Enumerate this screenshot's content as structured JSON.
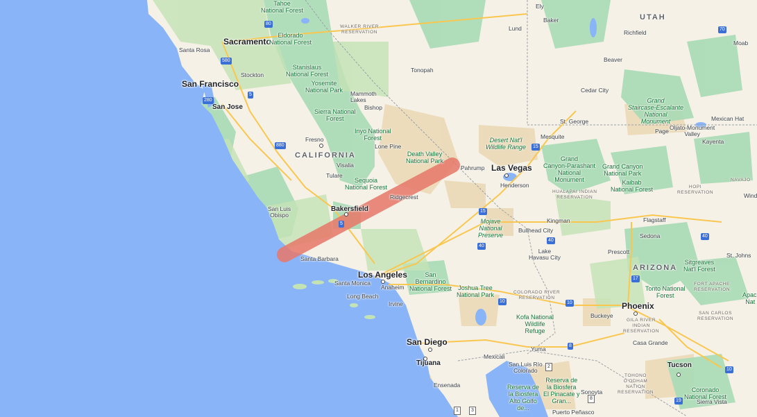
{
  "colors": {
    "ocean": "#8ab4f8",
    "land": "#f5f1e6",
    "forest": "#a8dab5",
    "mountain_green": "#c4e3b5",
    "desert": "#ead8b4",
    "route": "#e8786a",
    "highway": "#f9c74f"
  },
  "route": {
    "name": "red-route",
    "from": "Point near Santa Barbara coast",
    "to": "Near Death Valley / Pahrump"
  },
  "states": {
    "california": "CALIFORNIA",
    "arizona": "ARIZONA",
    "utah": "UTAH"
  },
  "cities": {
    "sacramento": "Sacramento",
    "santa_rosa": "Santa Rosa",
    "stockton": "Stockton",
    "san_francisco": "San Francisco",
    "san_jose": "San Jose",
    "fresno": "Fresno",
    "visalia": "Visalia",
    "tulare": "Tulare",
    "bakersfield": "Bakersfield",
    "san_luis_obispo": "San Luis\nObispo",
    "santa_barbara": "Santa Barbara",
    "los_angeles": "Los Angeles",
    "santa_monica": "Santa Monica",
    "anaheim": "Anaheim",
    "long_beach": "Long Beach",
    "irvine": "Irvine",
    "san_diego": "San Diego",
    "tijuana": "Tijuana",
    "ensenada": "Ensenada",
    "mexicali": "Mexicali",
    "san_luis_rio_colorado": "San Luis Río\nColorado",
    "yuma": "Yuma",
    "ridgecrest": "Ridgecrest",
    "lone_pine": "Lone Pine",
    "bishop": "Bishop",
    "mammoth_lakes": "Mammoth\nLakes",
    "tonopah": "Tonopah",
    "pahrump": "Pahrump",
    "las_vegas": "Las Vegas",
    "henderson": "Henderson",
    "mesquite": "Mesquite",
    "st_george": "St. George",
    "cedar_city": "Cedar City",
    "beaver": "Beaver",
    "richfield": "Richfield",
    "moab": "Moab",
    "kingman": "Kingman",
    "bullhead_city": "Bullhead City",
    "lake_havasu_city": "Lake\nHavasu City",
    "flagstaff": "Flagstaff",
    "sedona": "Sedona",
    "prescott": "Prescott",
    "phoenix": "Phoenix",
    "buckeye": "Buckeye",
    "casa_grande": "Casa Grande",
    "tucson": "Tucson",
    "sierra_vista": "Sierra Vista",
    "ely": "Ely",
    "lund": "Lund",
    "baker": "Baker",
    "page": "Page",
    "kayenta": "Kayenta",
    "mexican_hat": "Mexican Hat",
    "st_johns": "St. Johns",
    "sonoyta": "Sonoyta",
    "puerto_penasco": "Puerto Peñasco",
    "oljato_monument_valley": "Oljato-Monument\nValley",
    "wind": "Wind"
  },
  "parks": {
    "tahoe_nf": "Tahoe\nNational Forest",
    "eldorado_nf": "Eldorado\nNational Forest",
    "stanislaus_nf": "Stanislaus\nNational Forest",
    "yosemite_np": "Yosemite\nNational Park",
    "sierra_nf": "Sierra National\nForest",
    "inyo_nf": "Inyo National\nForest",
    "sequoia_nf": "Sequoia\nNational Forest",
    "death_valley_np": "Death Valley\nNational Park",
    "desert_nwr": "Desert Nat'l\nWildlife Range",
    "mojave_np": "Mojave\nNational\nPreserve",
    "joshua_tree_np": "Joshua Tree\nNational Park",
    "san_bernardino_nf": "San\nBernardino\nNational Forest",
    "kofa_nwr": "Kofa National\nWildlife\nRefuge",
    "grand_canyon_parashant": "Grand\nCanyon-Parashant\nNational\nMonument",
    "grand_canyon_np": "Grand Canyon\nNational Park",
    "kaibab_nf": "Kaibab\nNational Forest",
    "grand_staircase": "Grand\nStaircase-Escalante\nNational\nMonument",
    "tonto_nf": "Tonto National\nForest",
    "sitgreaves_nf": "Sitgreaves\nNat'l Forest",
    "coronado_nf": "Coronado\nNational Forest",
    "apache_nf": "Apache\nNat F",
    "reserva_pinacate": "Reserva de\nla Biosfera\nEl Pinacate y\nGran...",
    "reserva_alto_golfo": "Reserva de\nla Biosfera\nAlto Golfo\nde..."
  },
  "reservations": {
    "walker_river": "WALKER RIVER\nRESERVATION",
    "hualapai": "HUALAPAI INDIAN\nRESERVATION",
    "hopi": "HOPI\nRESERVATION",
    "navajo": "NAVAJO",
    "colorado_river": "COLORADO RIVER\nRESERVATION",
    "fort_apache": "FORT APACHE\nRESERVATION",
    "san_carlos": "SAN CARLOS\nRESERVATION",
    "gila_river": "GILA RIVER\nINDIAN\nRESERVATION",
    "tohono_oodham": "TOHONO\nO'ODHAM\nNATION\nRESERVATION"
  },
  "highways": {
    "i5_a": "5",
    "i5_b": "5",
    "i80": "80",
    "i15": "15",
    "i15_b": "15",
    "i40_a": "40",
    "i40_b": "40",
    "i40_c": "40",
    "i10_a": "10",
    "i10_b": "10",
    "i10_c": "10",
    "i8": "8",
    "i17": "17",
    "i70": "70",
    "i19": "19",
    "i580": "580",
    "i280": "280",
    "i880": "880",
    "mx2": "2",
    "mx8": "8",
    "mx1": "1",
    "mx3": "3"
  }
}
